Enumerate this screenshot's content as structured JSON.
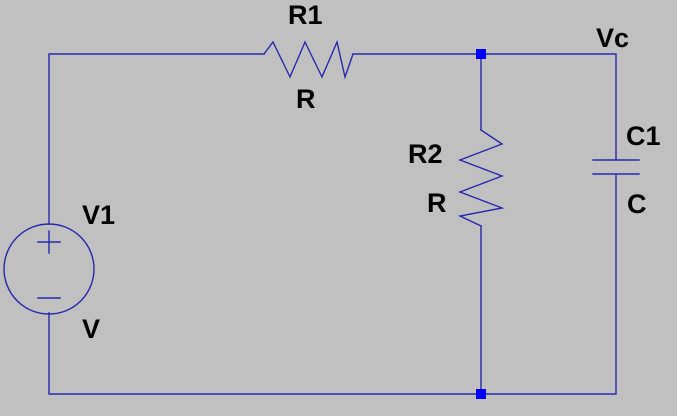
{
  "colors": {
    "background": "#c0c0c0",
    "wire": "#2929a8",
    "junction": "#0000ff",
    "label": "#000000"
  },
  "components": {
    "r1": {
      "name": "R1",
      "value": "R"
    },
    "r2": {
      "name": "R2",
      "value": "R"
    },
    "c1": {
      "name": "C1",
      "value": "C"
    },
    "v1": {
      "name": "V1",
      "value": "V"
    }
  },
  "nets": {
    "vc": "Vc"
  }
}
